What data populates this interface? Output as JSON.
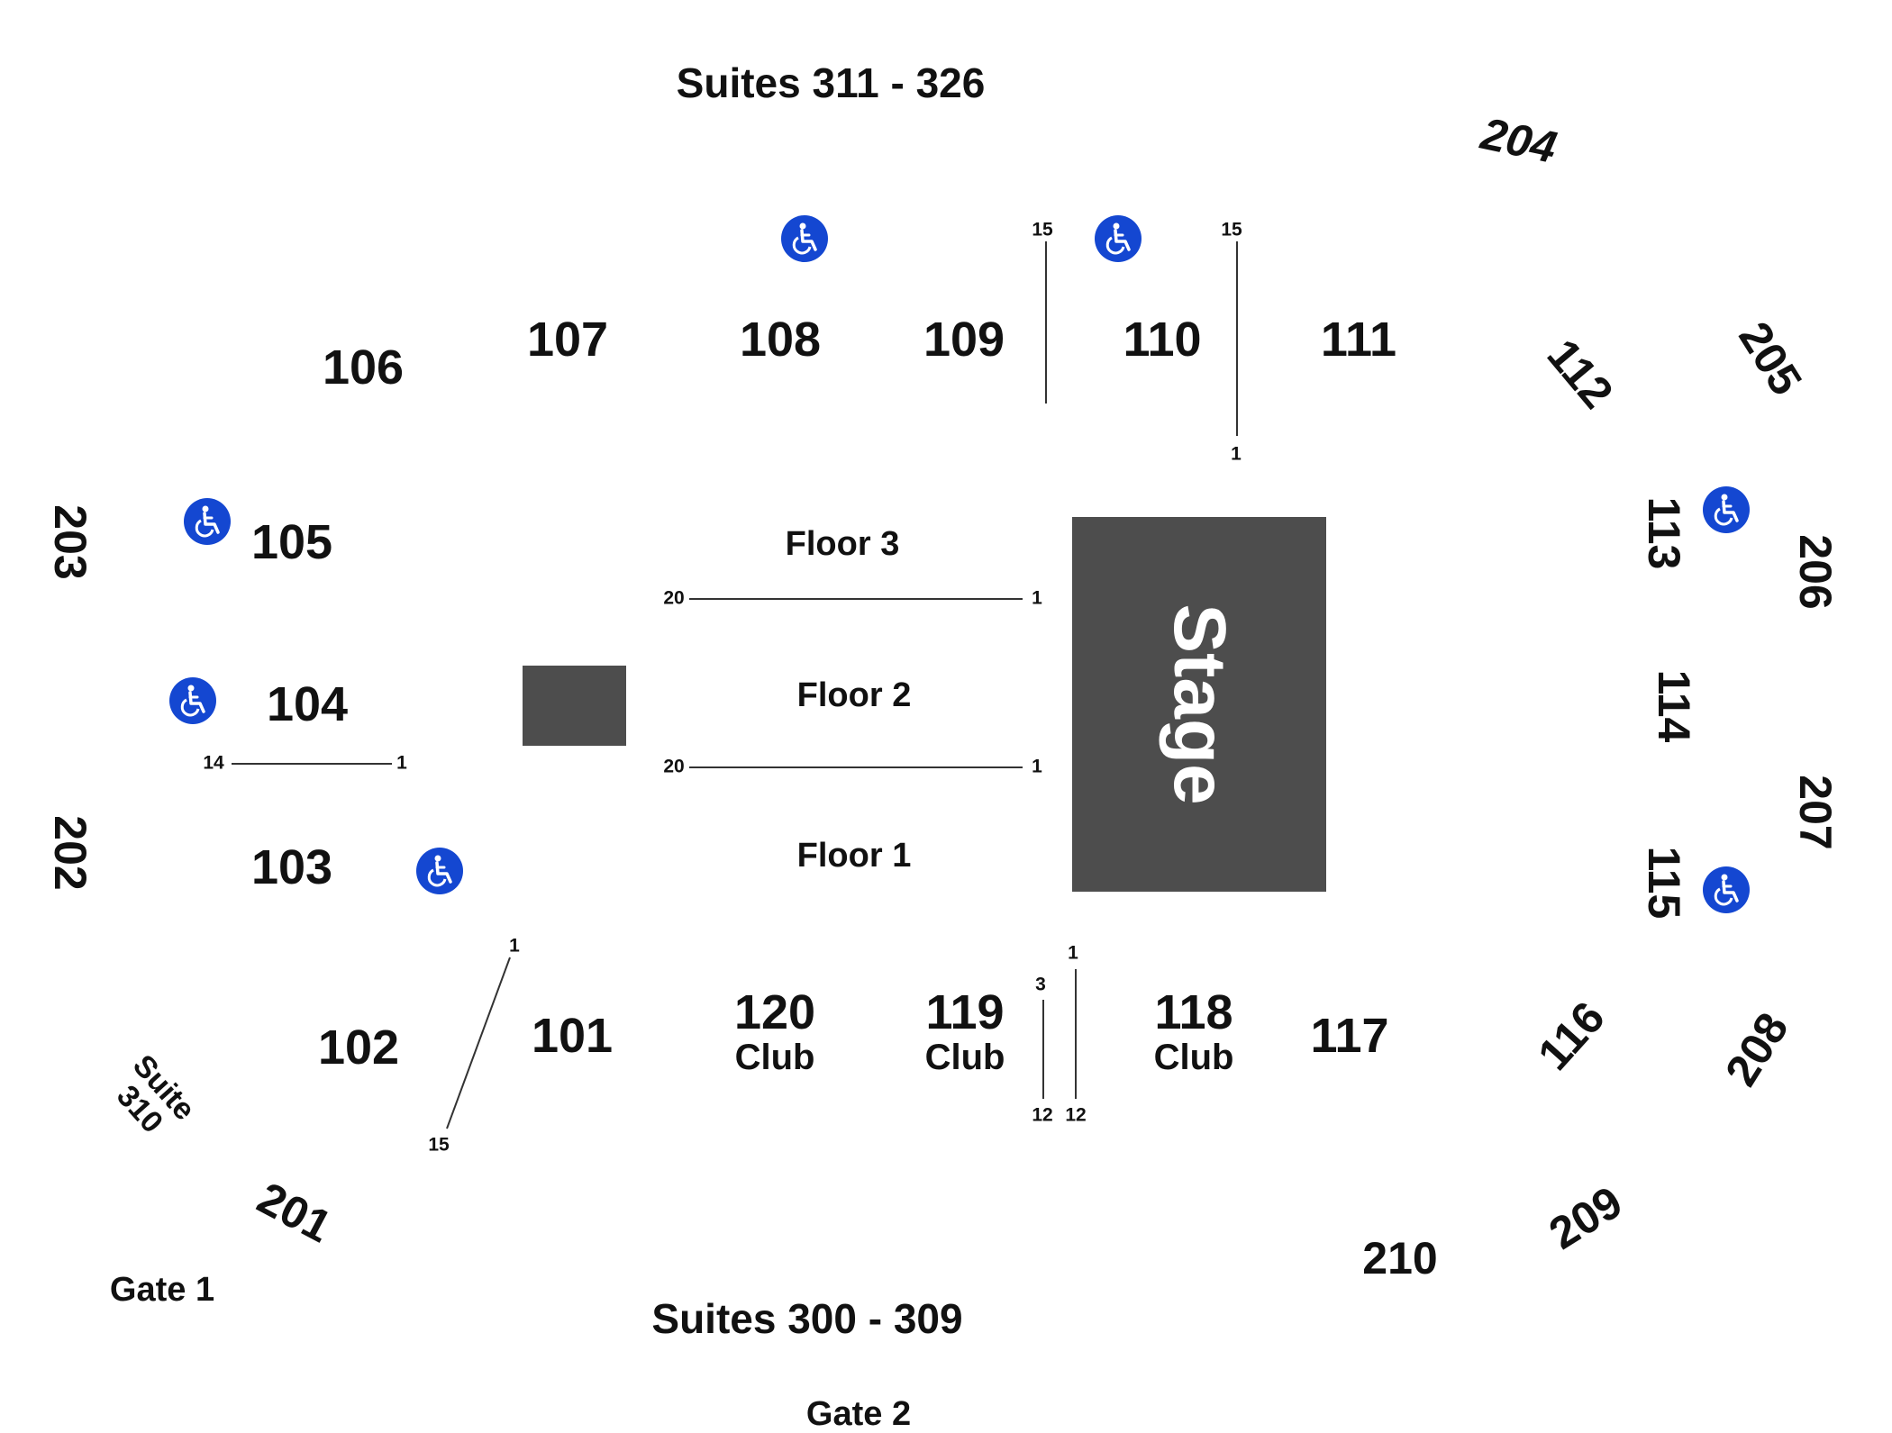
{
  "map": {
    "stage": {
      "label": "Stage",
      "color": "#4d4d4d"
    },
    "sound_booth": {
      "color": "#4d4d4d"
    },
    "suites": {
      "top": "Suites 311 - 326",
      "bottom": "Suites 300 - 309",
      "left_line1": "Suite",
      "left_line2": "310"
    },
    "gates": {
      "gate1": "Gate 1",
      "gate2": "Gate 2"
    },
    "floors": {
      "floor3": "Floor 3",
      "floor2": "Floor 2",
      "floor1": "Floor 1"
    },
    "club_label": "Club",
    "sections_100": {
      "s101": "101",
      "s102": "102",
      "s103": "103",
      "s104": "104",
      "s105": "105",
      "s106": "106",
      "s107": "107",
      "s108": "108",
      "s109": "109",
      "s110": "110",
      "s111": "111",
      "s112": "112",
      "s113": "113",
      "s114": "114",
      "s115": "115",
      "s116": "116",
      "s117": "117",
      "s118": "118",
      "s119": "119",
      "s120": "120"
    },
    "sections_200": {
      "s201": "201",
      "s202": "202",
      "s203": "203",
      "s204": "204",
      "s205": "205",
      "s206": "206",
      "s207": "207",
      "s208": "208",
      "s209": "209",
      "s210": "210"
    },
    "row_markers": {
      "floor3_left": "20",
      "floor3_right": "1",
      "floor2_left": "20",
      "floor2_right": "1",
      "s104_left": "14",
      "s104_right": "1",
      "s109_top": "15",
      "s110_top": "15",
      "s110_bottom": "1",
      "s101_top": "1",
      "s101_bottom": "15",
      "s119_top": "3",
      "s119_bottom": "12",
      "s118_top": "1",
      "s118_bottom": "12"
    },
    "accessible_icon": "wheelchair-icon",
    "accessible_color": "#1447d1"
  }
}
